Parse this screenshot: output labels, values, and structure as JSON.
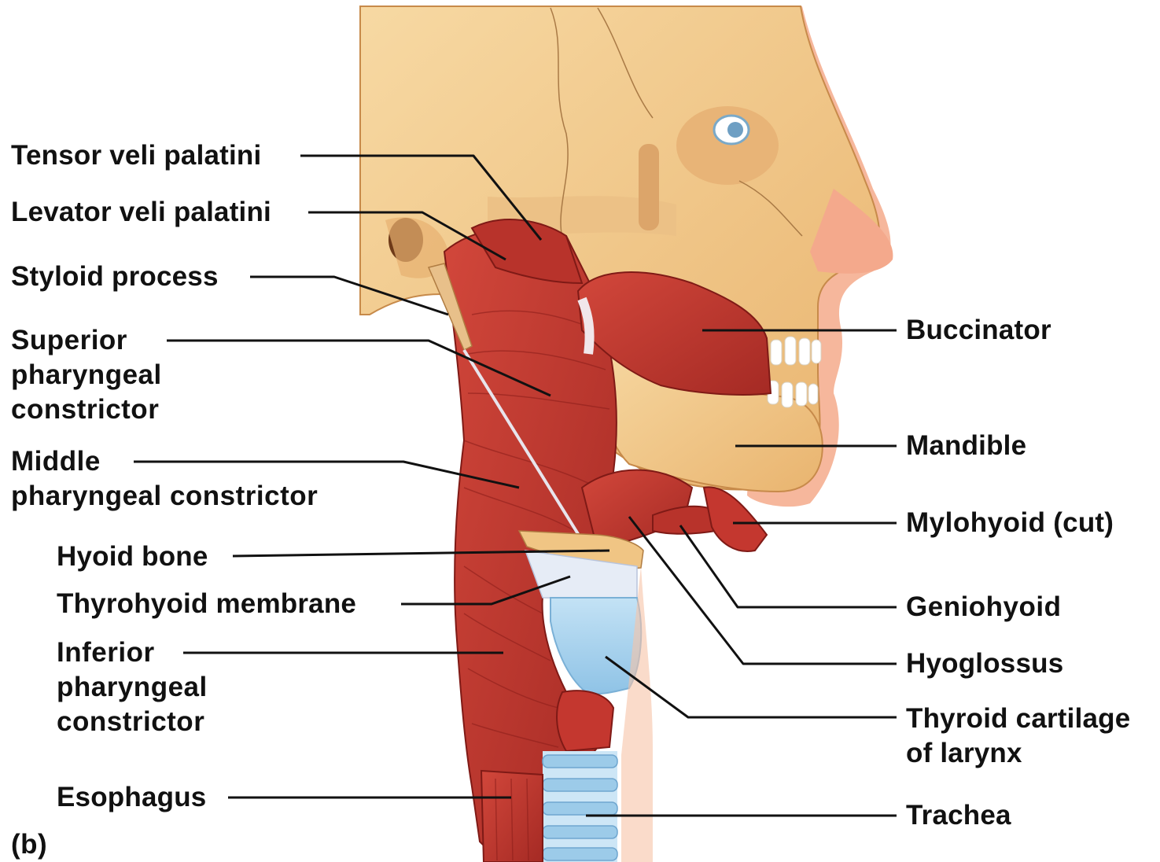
{
  "panel_letter": "(b)",
  "labels": {
    "tensor_veli_palatini": "Tensor veli palatini",
    "levator_veli_palatini": "Levator veli palatini",
    "styloid_process": "Styloid process",
    "superior_pharyngeal_constrictor": [
      "Superior",
      "pharyngeal",
      "constrictor"
    ],
    "middle_pharyngeal_constrictor": [
      "Middle",
      "pharyngeal constrictor"
    ],
    "hyoid_bone": "Hyoid bone",
    "thyrohyoid_membrane": "Thyrohyoid membrane",
    "inferior_pharyngeal_constrictor": [
      "Inferior",
      "pharyngeal",
      "constrictor"
    ],
    "esophagus": "Esophagus",
    "buccinator": "Buccinator",
    "mandible": "Mandible",
    "mylohyoid": "Mylohyoid",
    "mylohyoid_note": "(cut)",
    "geniohyoid": "Geniohyoid",
    "hyoglossus": "Hyoglossus",
    "thyroid_cartilage_of_larynx": [
      "Thyroid cartilage",
      "of larynx"
    ],
    "trachea": "Trachea"
  },
  "colors": {
    "bone": "#f2c98c",
    "bone_shadow": "#d99a55",
    "skin": "#f6b79c",
    "muscle": "#c4372f",
    "muscle_dark": "#8e1f1b",
    "cartilage": "#a9d3ee",
    "membrane": "#e6ecf6"
  }
}
